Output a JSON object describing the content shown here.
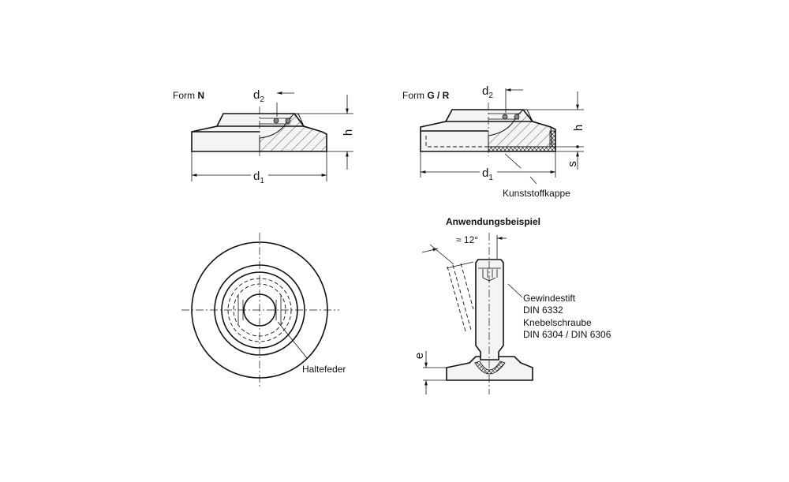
{
  "form_n": {
    "prefix": "Form ",
    "variant": "N"
  },
  "form_gr": {
    "prefix": "Form ",
    "variant": "G / R"
  },
  "dims": {
    "d": "d",
    "sub1": "1",
    "sub2": "2",
    "h": "h",
    "s": "s",
    "e": "e"
  },
  "labels": {
    "kunststoffkappe": "Kunststoffkappe",
    "haltefeder": "Haltefeder",
    "anwendungsbeispiel": "Anwendungsbeispiel",
    "angle": "≈ 12°",
    "gewindestift": "Gewindestift",
    "din6332": "DIN 6332",
    "knebelschraube": "Knebelschraube",
    "din6304": "DIN 6304 / DIN 6306"
  }
}
